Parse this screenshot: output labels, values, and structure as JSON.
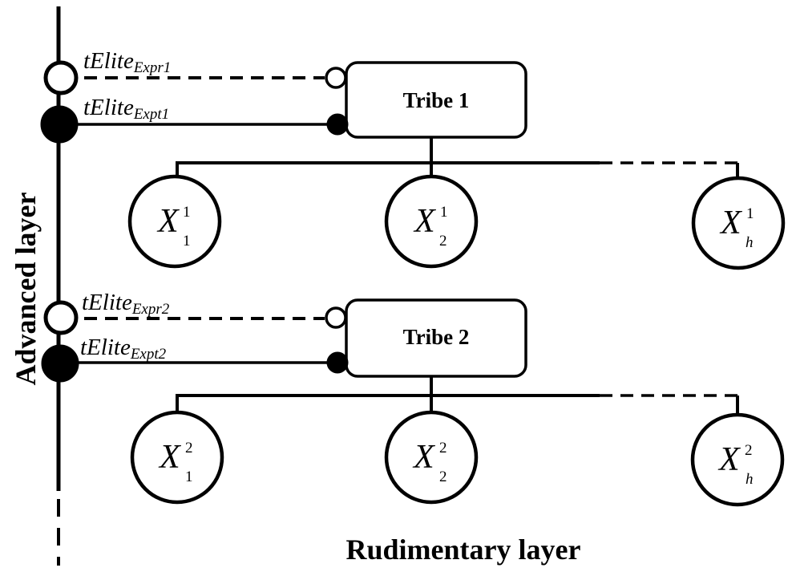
{
  "layers": {
    "advanced": "Advanced layer",
    "rudimentary": "Rudimentary layer"
  },
  "tribes": [
    {
      "name": "Tribe 1",
      "elite_expr": {
        "base": "tElite",
        "sub": "Expr1"
      },
      "elite_expt": {
        "base": "tElite",
        "sub": "Expt1"
      },
      "members": [
        {
          "base": "X",
          "sup": "1",
          "sub": "1"
        },
        {
          "base": "X",
          "sup": "1",
          "sub": "2"
        },
        {
          "base": "X",
          "sup": "1",
          "sub": "h"
        }
      ]
    },
    {
      "name": "Tribe 2",
      "elite_expr": {
        "base": "tElite",
        "sub": "Expr2"
      },
      "elite_expt": {
        "base": "tElite",
        "sub": "Expt2"
      },
      "members": [
        {
          "base": "X",
          "sup": "2",
          "sub": "1"
        },
        {
          "base": "X",
          "sup": "2",
          "sub": "2"
        },
        {
          "base": "X",
          "sup": "2",
          "sub": "h"
        }
      ]
    }
  ]
}
